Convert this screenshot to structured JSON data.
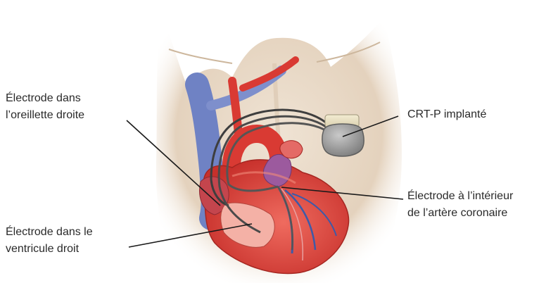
{
  "labels": {
    "right_atrium_lead": {
      "line1": "Électrode dans",
      "line2": "l’oreillette droite"
    },
    "right_ventricle_lead": {
      "line1": "Électrode dans le",
      "line2": "ventricule droit"
    },
    "device": {
      "line1": "CRT-P implanté"
    },
    "coronary_lead": {
      "line1": "Électrode à l’intérieur",
      "line2": "de l’artère coronaire"
    }
  },
  "colors": {
    "skin": "#e7d7c4",
    "vein_blue": "#6f82c4",
    "artery_red": "#d93a33",
    "heart_red": "#e2544a",
    "aorta_purple": "#9c5a9e",
    "device_gray": "#9a9a9a",
    "lead_wire": "#3e3e3e",
    "leader_line": "#1a1a1a"
  }
}
